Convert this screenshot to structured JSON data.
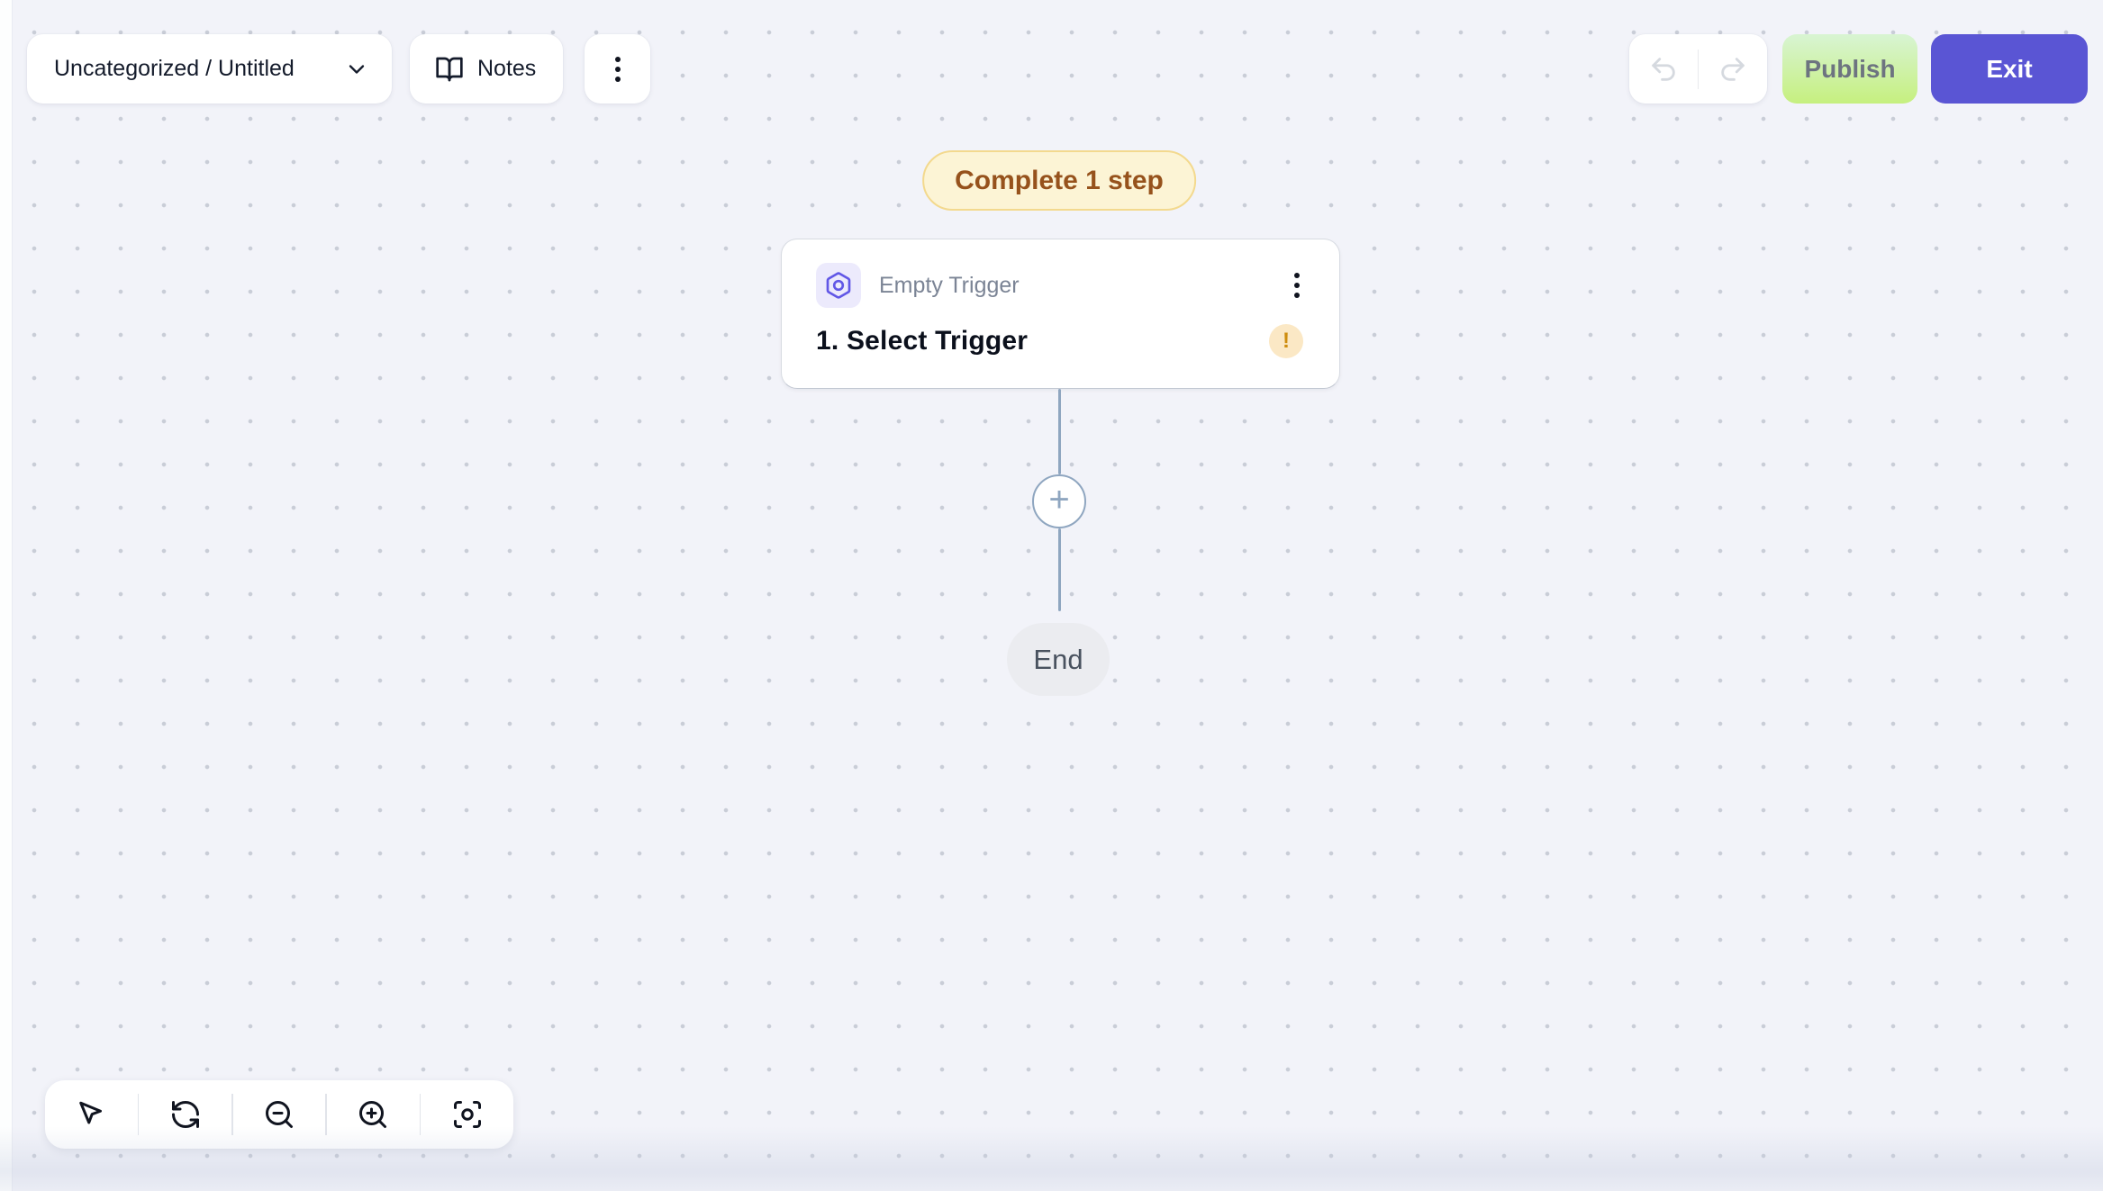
{
  "header": {
    "breadcrumb": {
      "label": "Uncategorized / Untitled"
    },
    "notes": {
      "label": "Notes"
    },
    "publish": {
      "label": "Publish"
    },
    "exit": {
      "label": "Exit"
    }
  },
  "canvas": {
    "badge": {
      "label": "Complete 1 step"
    },
    "trigger_card": {
      "type_label": "Empty Trigger",
      "step_title": "1. Select Trigger",
      "warning_glyph": "!"
    },
    "add_step": {
      "glyph": "+"
    },
    "end_node": {
      "label": "End"
    }
  },
  "icons": {
    "chevron_down": "chevron-down",
    "notes_book": "book-open",
    "more_vertical": "kebab-menu",
    "undo": "undo-arrow",
    "redo": "redo-arrow",
    "trigger": "hexagon-with-circle",
    "card_menu": "kebab-menu",
    "warning": "exclamation-circle",
    "add": "plus-circle",
    "pointer": "mouse-pointer",
    "refresh": "refresh-arrows",
    "zoom_out": "magnifier-minus",
    "zoom_in": "magnifier-plus",
    "focus": "focus-frame"
  },
  "colors": {
    "canvas_bg": "#f2f3f9",
    "dot_color": "#c9cdd7",
    "accent_indigo": "#5a55d4",
    "publish_top": "#d8f4d3",
    "publish_bottom": "#c6f07f",
    "publish_text": "#6d7480",
    "badge_bg": "#fcf4d5",
    "badge_border": "#f3d98e",
    "badge_text": "#96521c",
    "warning_bg": "#fbe8c5",
    "warning_fg": "#ce8d0e",
    "connector": "#8fa6c0",
    "trigger_chip_bg": "#eceafc",
    "trigger_chip_fg": "#6157e6",
    "end_bg": "#ebecf0",
    "end_text": "#49525f"
  }
}
